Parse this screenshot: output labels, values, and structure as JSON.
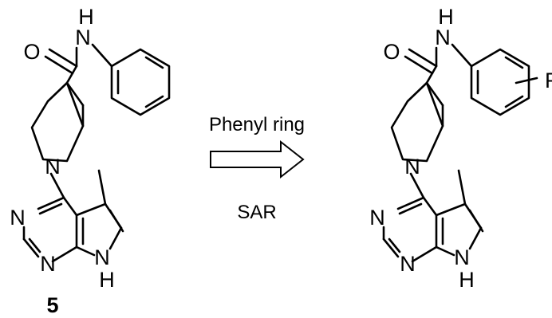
{
  "reaction": {
    "arrow_label_top": "Phenyl ring",
    "arrow_label_bottom": "SAR"
  },
  "left_molecule": {
    "compound_number": "5",
    "atoms": {
      "O": "O",
      "N": "N",
      "H": "H",
      "N_pip": "N",
      "N_ring1": "N",
      "N_ring2": "N",
      "NH_N": "N",
      "NH_H": "H"
    }
  },
  "right_molecule": {
    "substituent": "R",
    "atoms": {
      "O": "O",
      "N": "N",
      "H": "H",
      "N_pip": "N",
      "N_ring1": "N",
      "N_ring2": "N",
      "NH_N": "N",
      "NH_H": "H"
    }
  }
}
